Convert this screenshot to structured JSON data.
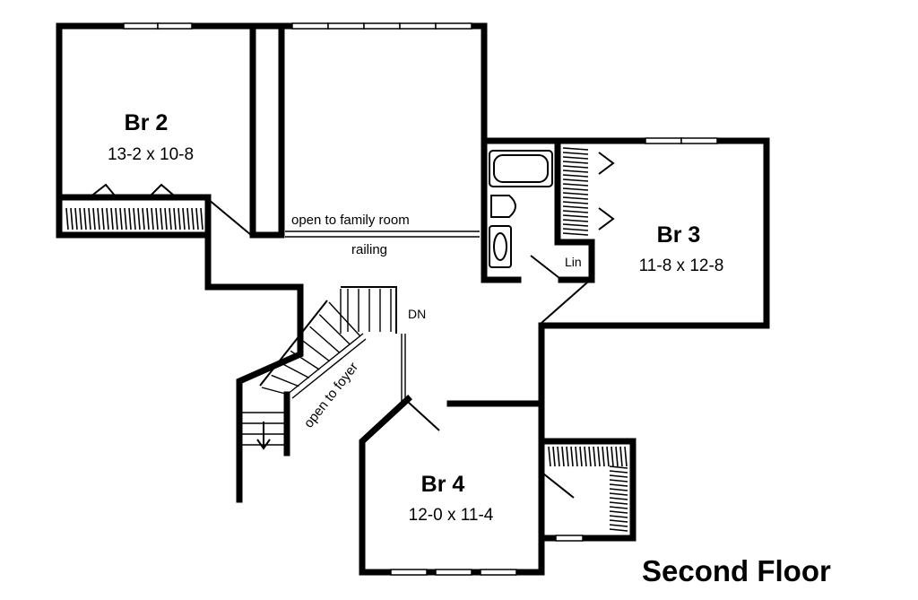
{
  "floor_title": "Second Floor",
  "rooms": {
    "br2": {
      "name": "Br 2",
      "size": "13-2 x 10-8"
    },
    "br3": {
      "name": "Br 3",
      "size": "11-8 x 12-8"
    },
    "br4": {
      "name": "Br 4",
      "size": "12-0 x 11-4"
    }
  },
  "labels": {
    "open_to_family_room": "open to family room",
    "railing": "railing",
    "linen": "Lin",
    "stair_down": "DN",
    "open_to_foyer": "open to foyer"
  }
}
